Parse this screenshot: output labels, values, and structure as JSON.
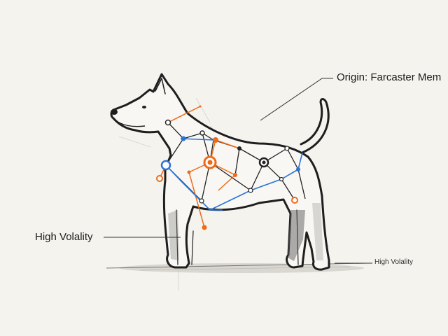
{
  "labels": {
    "origin": "Origin: Farcaster Mem",
    "left": "High Volality",
    "small": "High Volality"
  },
  "colors": {
    "background": "#f4f3ee",
    "ink": "#1e1e1e",
    "orange": "#ee6a1a",
    "blue": "#2b74d6"
  }
}
